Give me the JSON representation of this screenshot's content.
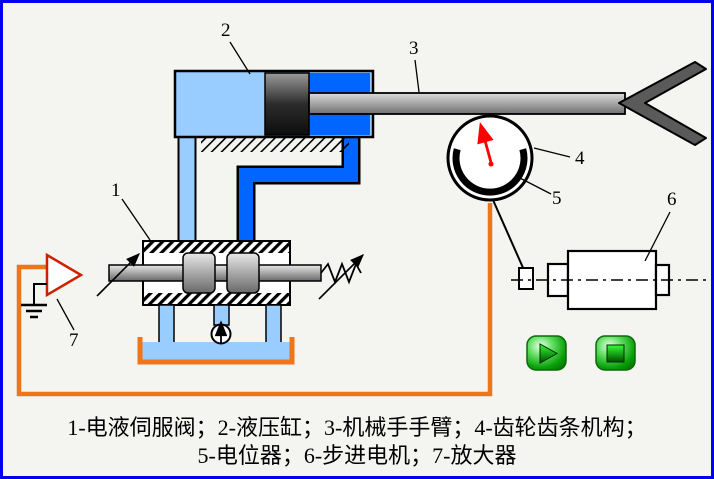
{
  "diagram": {
    "labels": {
      "l1": "1",
      "l2": "2",
      "l3": "3",
      "l4": "4",
      "l5": "5",
      "l6": "6",
      "l7": "7"
    },
    "caption": {
      "line1": "1-电液伺服阀；2-液压缸；3-机械手手臂；4-齿轮齿条机构；",
      "line2": "5-电位器；6-步进电机；7-放大器"
    }
  },
  "controls": {
    "play": {
      "icon": "play-icon"
    },
    "stop": {
      "icon": "stop-icon"
    }
  },
  "colors": {
    "frame_blue": "#0000ee",
    "fluid_dark_blue": "#0066ff",
    "fluid_light_blue": "#99ccff",
    "wire_orange": "#ee7518",
    "needle_red": "#ff0000",
    "amplifier_red": "#cc2200",
    "button_green": "#00aa00"
  }
}
